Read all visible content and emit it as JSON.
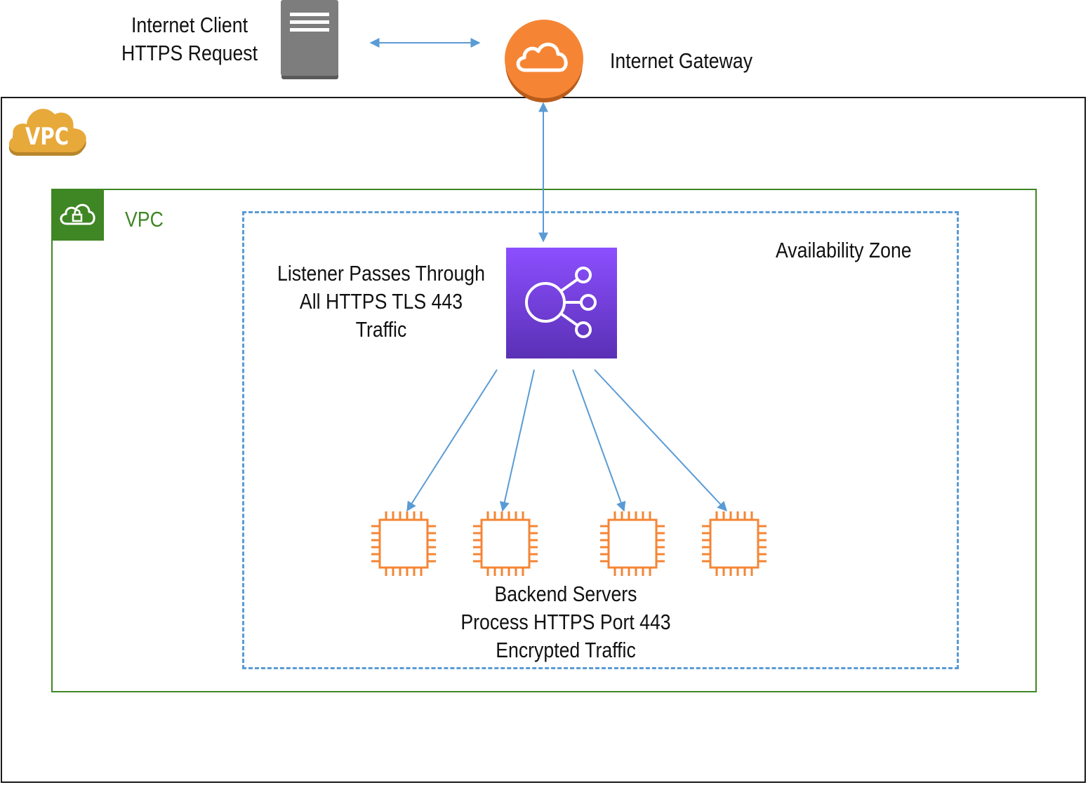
{
  "client": {
    "label_line1": "Internet Client",
    "label_line2": "HTTPS Request",
    "icon": "server-icon"
  },
  "gateway": {
    "label": "Internet Gateway",
    "icon": "internet-gateway-icon",
    "color": "#f58534"
  },
  "vpc_cloud_badge": {
    "text": "VPC",
    "color": "#e7a93a"
  },
  "vpc": {
    "title": "VPC",
    "icon": "vpc-lock-cloud-icon",
    "color": "#3f8624"
  },
  "availability_zone": {
    "label": "Availability Zone",
    "border_color": "#5a9bd5"
  },
  "load_balancer": {
    "icon": "load-balancer-icon",
    "label_line1": "Listener Passes Through",
    "label_line2": "All HTTPS TLS 443",
    "label_line3": "Traffic",
    "color_top": "#8c4fff",
    "color_bottom": "#5a30b5"
  },
  "backend": {
    "label_line1": "Backend Servers",
    "label_line2": "Process HTTPS Port 443",
    "label_line3": "Encrypted Traffic",
    "server_count": 4,
    "icon": "ec2-instance-icon",
    "color": "#f58534"
  },
  "arrow_color": "#5a9bd5"
}
